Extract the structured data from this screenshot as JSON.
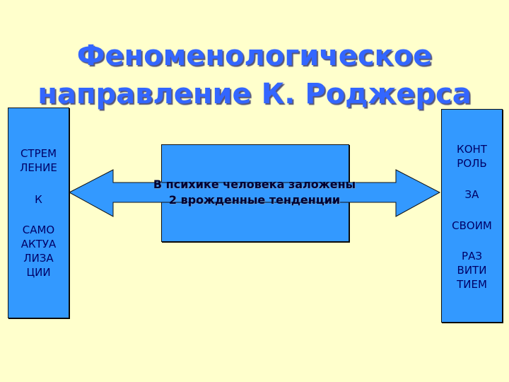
{
  "title": {
    "line1": "Феноменологическое",
    "line2": "направление К. Роджерса"
  },
  "left_box": {
    "line1": "СТРЕМ\nЛЕНИЕ",
    "line2": "К",
    "line3": "САМО\nАКТУА\nЛИЗА\nЦИИ"
  },
  "right_box": {
    "line1": "КОНТ\nРОЛЬ",
    "line2": "ЗА",
    "line3": "СВОИМ",
    "line4": "РАЗ\nВИТИ\nТИЕМ"
  },
  "center": {
    "text": "В психике человека заложены\n2 врожденные тенденции"
  },
  "colors": {
    "background": "#ffffcc",
    "box_fill": "#3399ff",
    "title": "#3366ff"
  }
}
